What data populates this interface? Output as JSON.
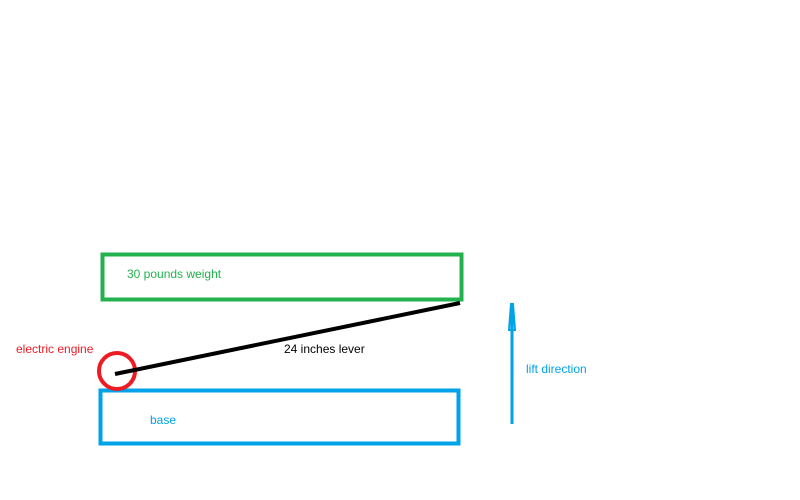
{
  "labels": {
    "weight": "30 pounds weight",
    "engine": "electric engine",
    "lever": "24 inches lever",
    "base": "base",
    "lift": "lift direction"
  },
  "colors": {
    "weight": "#22b14c",
    "engine": "#ed1c24",
    "lever": "#000000",
    "base": "#00a2e8"
  }
}
